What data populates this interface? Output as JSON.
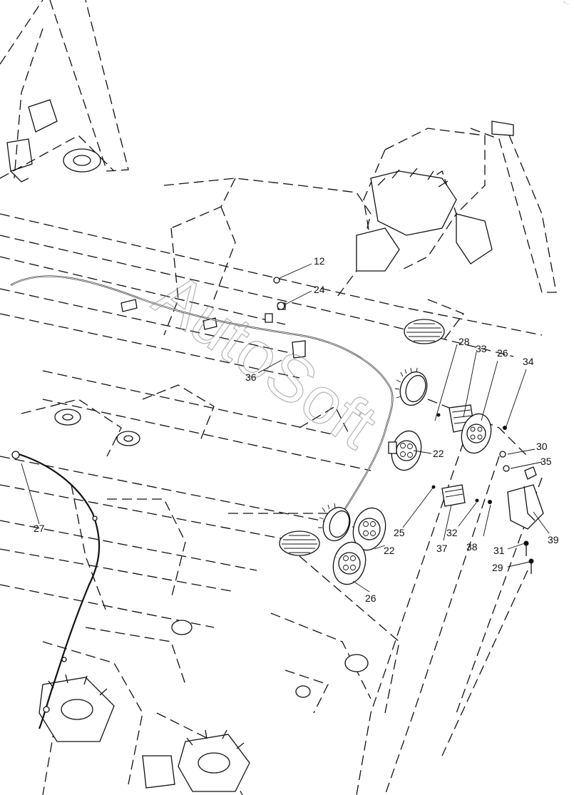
{
  "watermark": "AutoSoft",
  "corner_mark": "°·…",
  "callouts": {
    "c12": "12",
    "c24": "24",
    "c36": "36",
    "c28": "28",
    "c33": "33",
    "c26a": "26",
    "c34": "34",
    "c30": "30",
    "c35": "35",
    "c22a": "22",
    "c25": "25",
    "c37": "37",
    "c32": "32",
    "c38": "38",
    "c39": "39",
    "c31": "31",
    "c29": "29",
    "c22b": "22",
    "c26b": "26",
    "c27": "27"
  }
}
